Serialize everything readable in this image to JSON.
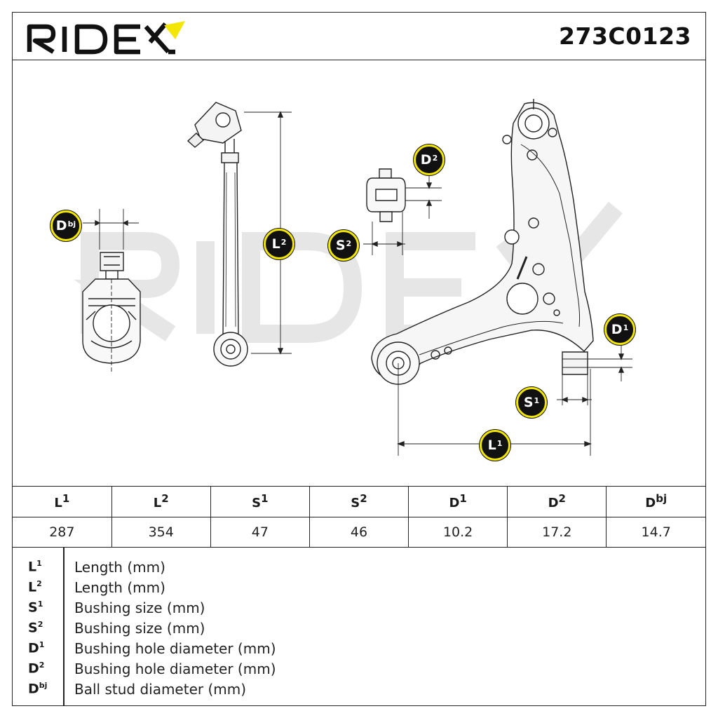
{
  "header": {
    "brand": "RIDEX",
    "part_number": "273C0123",
    "brand_color": "#f3e600"
  },
  "drawing": {
    "watermark": "RIDEX",
    "labels": [
      {
        "id": "dbj",
        "base": "D",
        "sup": "bj"
      },
      {
        "id": "l2",
        "base": "L",
        "sup": "2"
      },
      {
        "id": "d2",
        "base": "D",
        "sup": "2"
      },
      {
        "id": "s2",
        "base": "S",
        "sup": "2"
      },
      {
        "id": "d1",
        "base": "D",
        "sup": "1"
      },
      {
        "id": "s1",
        "base": "S",
        "sup": "1"
      },
      {
        "id": "l1",
        "base": "L",
        "sup": "1"
      }
    ]
  },
  "table": {
    "headers": [
      {
        "base": "L",
        "sup": "1"
      },
      {
        "base": "L",
        "sup": "2"
      },
      {
        "base": "S",
        "sup": "1"
      },
      {
        "base": "S",
        "sup": "2"
      },
      {
        "base": "D",
        "sup": "1"
      },
      {
        "base": "D",
        "sup": "2"
      },
      {
        "base": "D",
        "sup": "bj"
      }
    ],
    "values": [
      "287",
      "354",
      "47",
      "46",
      "10.2",
      "17.2",
      "14.7"
    ]
  },
  "legend": [
    {
      "base": "L",
      "sup": "1",
      "desc": "Length (mm)"
    },
    {
      "base": "L",
      "sup": "2",
      "desc": "Length (mm)"
    },
    {
      "base": "S",
      "sup": "1",
      "desc": "Bushing size (mm)"
    },
    {
      "base": "S",
      "sup": "2",
      "desc": "Bushing size (mm)"
    },
    {
      "base": "D",
      "sup": "1",
      "desc": "Bushing hole diameter (mm)"
    },
    {
      "base": "D",
      "sup": "2",
      "desc": "Bushing hole diameter (mm)"
    },
    {
      "base": "D",
      "sup": "bj",
      "desc": "Ball stud diameter (mm)"
    }
  ]
}
